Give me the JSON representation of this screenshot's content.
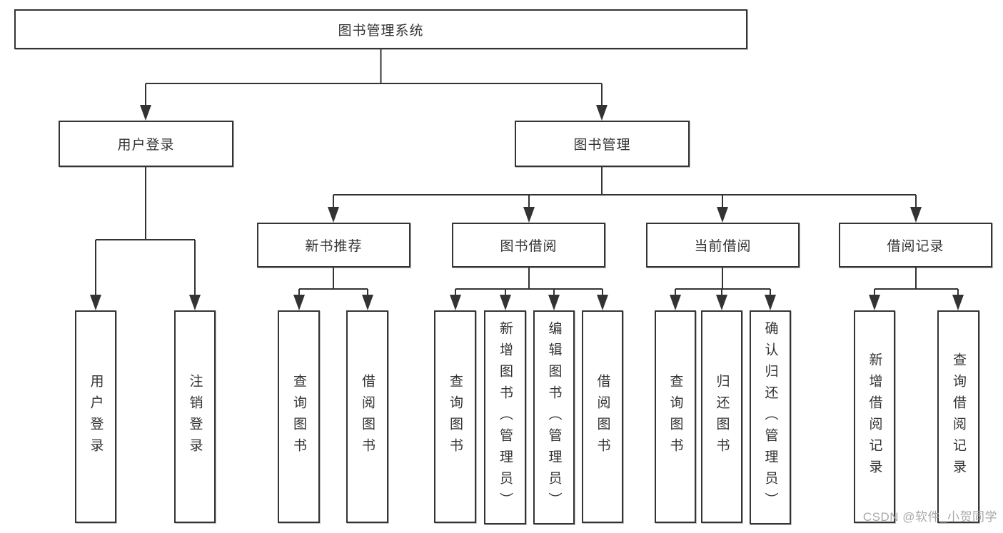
{
  "diagram": {
    "type": "hierarchy",
    "nodes": {
      "root": {
        "label": "图书管理系统"
      },
      "level1": [
        {
          "label": "用户登录",
          "parent": "图书管理系统"
        },
        {
          "label": "图书管理",
          "parent": "图书管理系统"
        }
      ],
      "level2": [
        {
          "label": "新书推荐",
          "parent": "图书管理"
        },
        {
          "label": "图书借阅",
          "parent": "图书管理"
        },
        {
          "label": "当前借阅",
          "parent": "图书管理"
        },
        {
          "label": "借阅记录",
          "parent": "图书管理"
        }
      ],
      "leaves": [
        {
          "label": "用户登录",
          "parent": "用户登录"
        },
        {
          "label": "注销登录",
          "parent": "用户登录"
        },
        {
          "label": "查询图书",
          "parent": "新书推荐"
        },
        {
          "label": "借阅图书",
          "parent": "新书推荐"
        },
        {
          "label": "查询图书",
          "parent": "图书借阅"
        },
        {
          "label": "新增图书（管理员）",
          "parent": "图书借阅"
        },
        {
          "label": "编辑图书（管理员）",
          "parent": "图书借阅"
        },
        {
          "label": "借阅图书",
          "parent": "图书借阅"
        },
        {
          "label": "查询图书",
          "parent": "当前借阅"
        },
        {
          "label": "归还图书",
          "parent": "当前借阅"
        },
        {
          "label": "确认归还（管理员）",
          "parent": "当前借阅"
        },
        {
          "label": "新增借阅记录",
          "parent": "借阅记录"
        },
        {
          "label": "查询借阅记录",
          "parent": "借阅记录"
        }
      ]
    },
    "colors": {
      "line": "#333333",
      "text": "#333333",
      "background": "#ffffff",
      "watermark": "#a8a8a8"
    }
  },
  "watermark": {
    "text": "CSDN @软件_小贺同学"
  }
}
